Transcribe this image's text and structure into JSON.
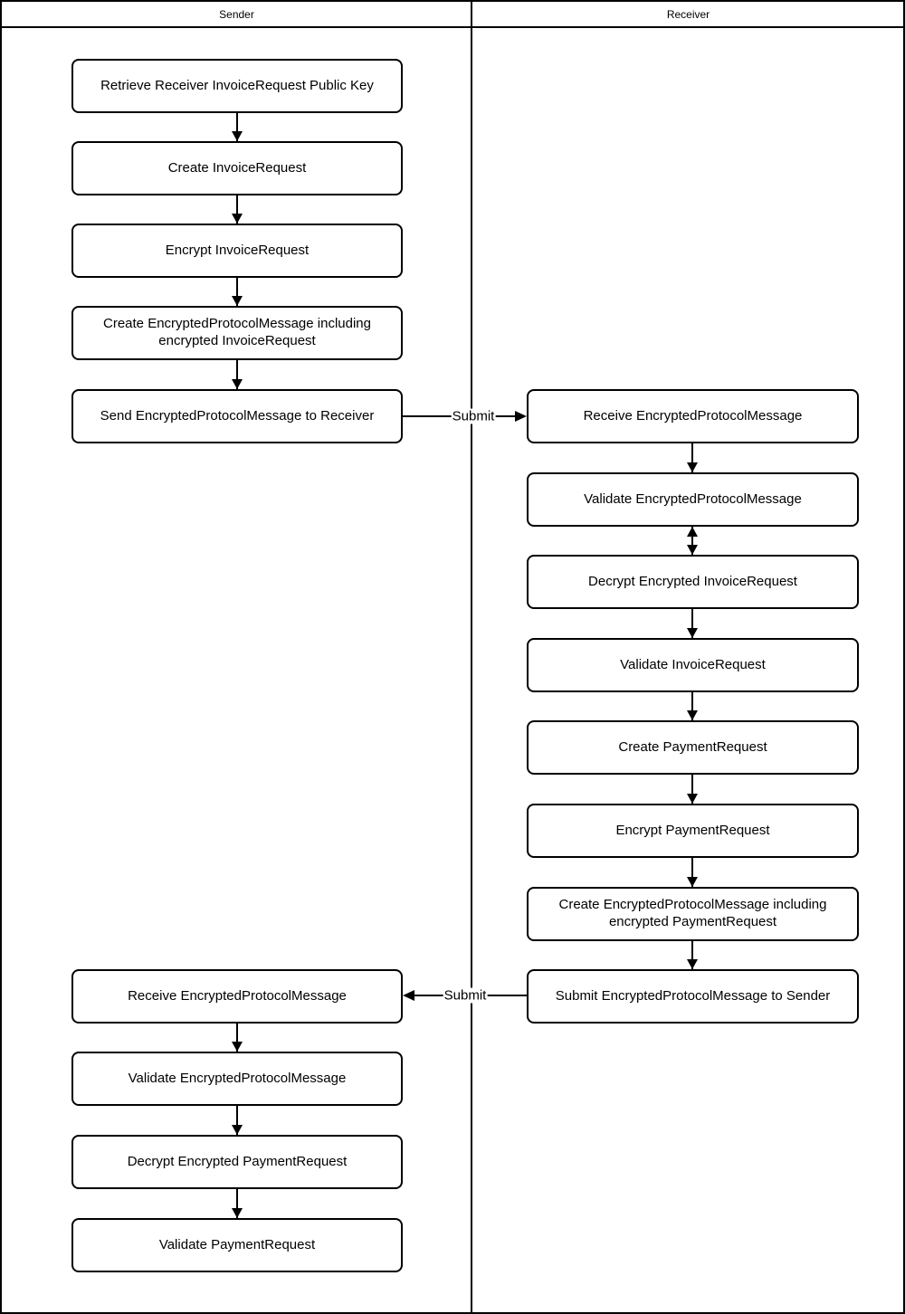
{
  "colors": {
    "line": "#000000",
    "box_border": "#000000",
    "box_background": "#ffffff",
    "page_background": "#ffffff",
    "text": "#000000"
  },
  "lanes": {
    "sender": "Sender",
    "receiver": "Receiver"
  },
  "sender_nodes": [
    "Retrieve Receiver InvoiceRequest Public Key",
    "Create InvoiceRequest",
    "Encrypt InvoiceRequest",
    "Create EncryptedProtocolMessage including encrypted InvoiceRequest",
    "Send EncryptedProtocolMessage to Receiver",
    "Receive EncryptedProtocolMessage",
    "Validate EncryptedProtocolMessage",
    "Decrypt Encrypted PaymentRequest",
    "Validate PaymentRequest"
  ],
  "receiver_nodes": [
    "Receive EncryptedProtocolMessage",
    "Validate EncryptedProtocolMessage",
    "Decrypt Encrypted InvoiceRequest",
    "Validate InvoiceRequest",
    "Create PaymentRequest",
    "Encrypt PaymentRequest",
    "Create EncryptedProtocolMessage including encrypted PaymentRequest",
    "Submit EncryptedProtocolMessage to Sender"
  ],
  "edge_labels": {
    "submit_to_receiver": "Submit",
    "submit_to_sender": "Submit"
  }
}
